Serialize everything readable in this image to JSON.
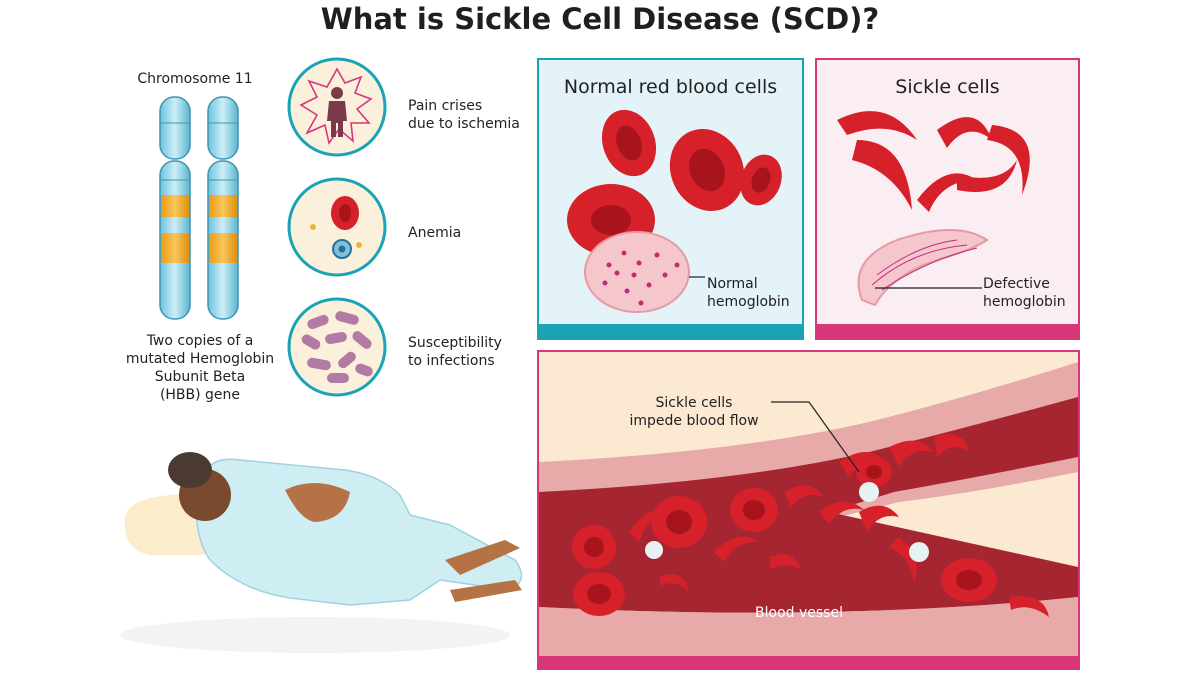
{
  "title": "What is Sickle Cell Disease (SCD)?",
  "chromosome": {
    "label": "Chromosome 11",
    "caption_lines": [
      "Two copies of a",
      "mutated Hemoglobin",
      "Subunit Beta",
      "(HBB) gene"
    ]
  },
  "symptoms": [
    {
      "lines": [
        "Pain crises",
        "due to ischemia"
      ]
    },
    {
      "lines": [
        "Anemia"
      ]
    },
    {
      "lines": [
        "Susceptibility",
        "to infections"
      ]
    }
  ],
  "normal_panel": {
    "title": "Normal red blood cells",
    "callout_lines": [
      "Normal",
      "hemoglobin"
    ]
  },
  "sickle_panel": {
    "title": "Sickle cells",
    "callout_lines": [
      "Defective",
      "hemoglobin"
    ]
  },
  "vessel_panel": {
    "callout_lines": [
      "Sickle cells",
      "impede blood flow"
    ],
    "vessel_label": "Blood vessel"
  },
  "colors": {
    "teal_border": "#1aa3b5",
    "magenta_border": "#d8377a",
    "panel_bg": "#e4f3f7",
    "red_cell": "#d6202a",
    "vessel_bg": "#fbe9d2"
  }
}
